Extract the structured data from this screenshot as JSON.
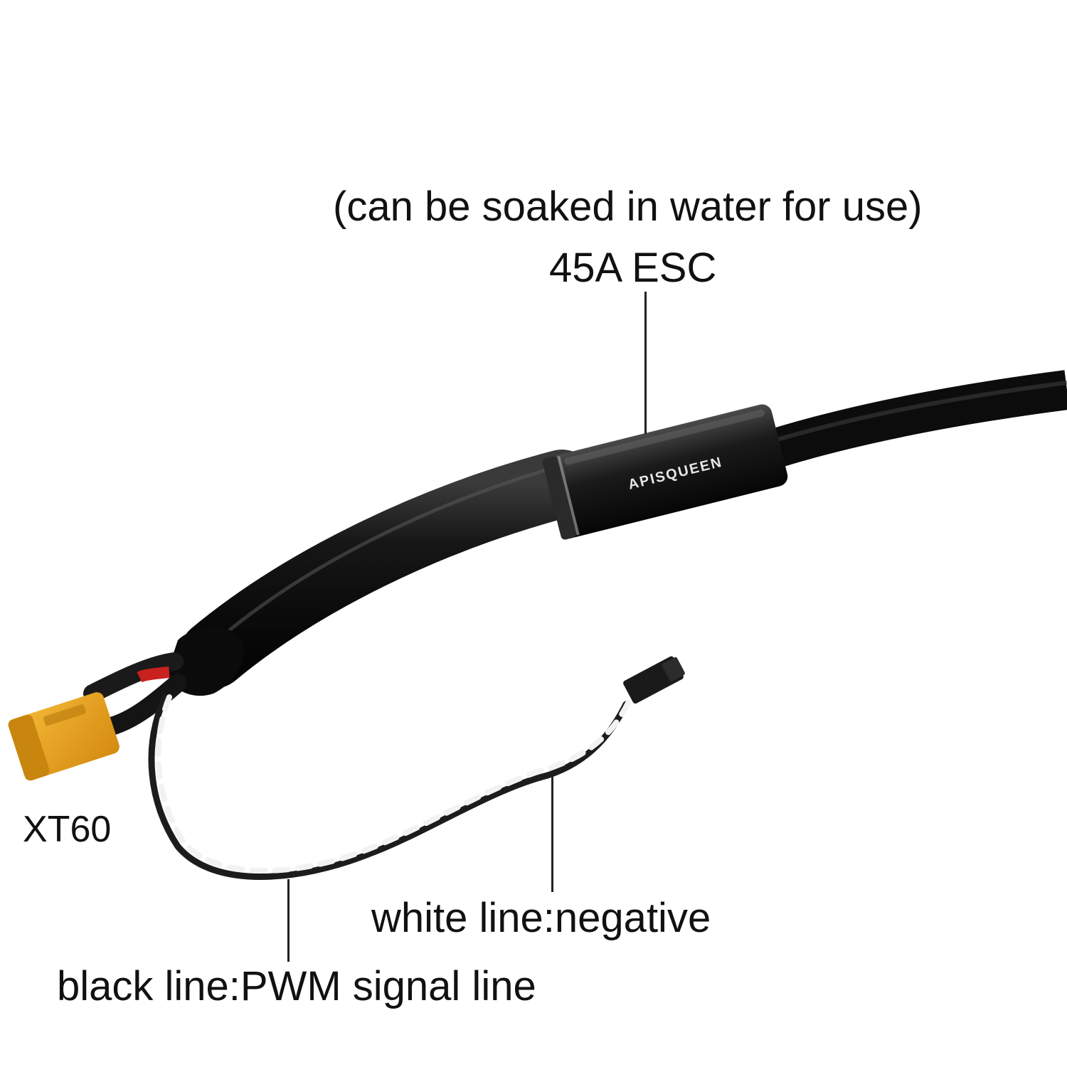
{
  "labels": {
    "waterproof_note": "(can be soaked in water for use)",
    "esc": "45A ESC",
    "connector": "XT60",
    "white_line": "white line:negative",
    "black_line": "black line:PWM signal line"
  },
  "brand_logo_text": "APISQUEEN",
  "colors": {
    "background": "#ffffff",
    "cable": "#141414",
    "xt60_body": "#e8a21a",
    "text": "#111111"
  }
}
